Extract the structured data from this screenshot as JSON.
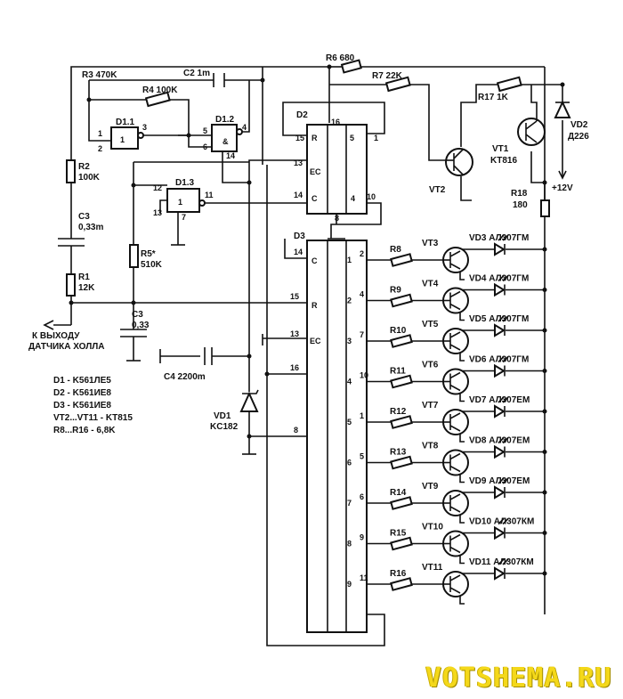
{
  "components": {
    "R3": "R3 470K",
    "C2": "C2 1m",
    "R6": "R6 680",
    "R7": "R7 22K",
    "R4": "R4 100K",
    "R17": "R17 1K",
    "D1_1": "D1.1",
    "D1_2": "D1.2",
    "D1_3": "D1.3",
    "D2": "D2",
    "D3": "D3",
    "VT1": "VT1",
    "VT1_type": "KT816",
    "VT2": "VT2",
    "VD2": "VD2",
    "VD2_type": "Д226",
    "R18": "R18",
    "R18_val": "180",
    "supply": "+12V",
    "R2": "R2",
    "R2_val": "100K",
    "C3a": "C3",
    "C3a_val": "0,33m",
    "R1": "R1",
    "R1_val": "12K",
    "R5": "R5*",
    "R5_val": "510K",
    "C3b": "C3",
    "C3b_val": "0,33",
    "C4": "C4 2200m",
    "VD1": "VD1",
    "VD1_type": "KC182",
    "hall_line1": "К ВЫХОДУ",
    "hall_line2": "ДАТЧИКА ХОЛЛА",
    "gate_one": "1",
    "gate_amp": "&"
  },
  "legend": [
    "D1 - K561ЛЕ5",
    "D2 - K561ИЕ8",
    "D3 - K561ИЕ8",
    "VT2...VT11 - KT815",
    "R8...R16 - 6,8K"
  ],
  "d2_pins": {
    "p15": "15",
    "R": "R",
    "p13": "13",
    "EC": "EC",
    "p14": "14",
    "C": "C",
    "p16": "16",
    "p1": "1",
    "p5": "5",
    "p10": "10",
    "p4": "4",
    "p8": "8"
  },
  "d3_pins": {
    "p14": "14",
    "C": "C",
    "p15": "15",
    "R": "R",
    "p13": "13",
    "EC": "EC",
    "p16": "16",
    "p8": "8"
  },
  "outputs": [
    {
      "num": "1",
      "pin": "2",
      "r": "R8",
      "vt": "VT3",
      "vd": "VD3 АЛ307ГМ"
    },
    {
      "num": "2",
      "pin": "4",
      "r": "R9",
      "vt": "VT4",
      "vd": "VD4 АЛ307ГМ"
    },
    {
      "num": "3",
      "pin": "7",
      "r": "R10",
      "vt": "VT5",
      "vd": "VD5 АЛ307ГМ"
    },
    {
      "num": "4",
      "pin": "10",
      "r": "R11",
      "vt": "VT6",
      "vd": "VD6 АЛ307ГМ"
    },
    {
      "num": "5",
      "pin": "1",
      "r": "R12",
      "vt": "VT7",
      "vd": "VD7 АЛ307ЕМ"
    },
    {
      "num": "6",
      "pin": "5",
      "r": "R13",
      "vt": "VT8",
      "vd": "VD8 АЛ307ЕМ"
    },
    {
      "num": "7",
      "pin": "6",
      "r": "R14",
      "vt": "VT9",
      "vd": "VD9 АЛ307ЕМ"
    },
    {
      "num": "8",
      "pin": "9",
      "r": "R15",
      "vt": "VT10",
      "vd": "VD10 АЛ307КМ"
    },
    {
      "num": "9",
      "pin": "11",
      "r": "R16",
      "vt": "VT11",
      "vd": "VD11 АЛ307КМ"
    }
  ],
  "watermark": "VOTSHEMA.RU"
}
